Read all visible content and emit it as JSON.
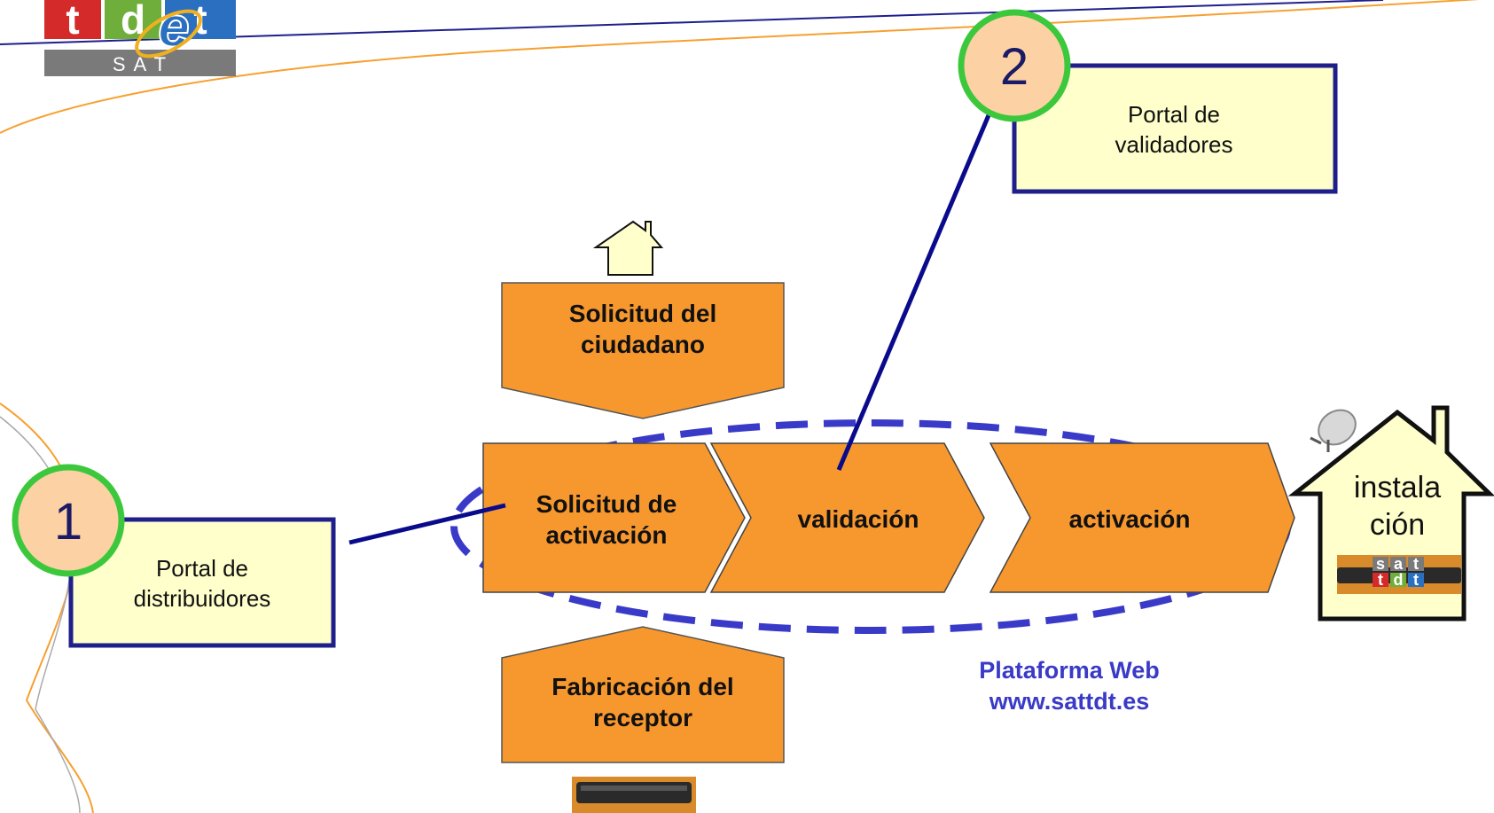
{
  "logo": {
    "letters": [
      "t",
      "d",
      "t"
    ],
    "overlay_letter": "e",
    "subtext": "S A T",
    "colors": {
      "t": "#d42a2a",
      "d": "#6fae3a",
      "t2": "#2a6fc0",
      "bar": "#7a7a7a",
      "e": "#2a6fc0"
    }
  },
  "portals": [
    {
      "number": "1",
      "lines": [
        "Portal de",
        "distribuidores"
      ]
    },
    {
      "number": "2",
      "lines": [
        "Portal de",
        "validadores"
      ]
    }
  ],
  "inputs": {
    "top": {
      "lines": [
        "Solicitud del",
        "ciudadano"
      ]
    },
    "bottom": {
      "lines": [
        "Fabricación del",
        "receptor"
      ]
    }
  },
  "process_steps": [
    {
      "lines": [
        "Solicitud de",
        "activación"
      ]
    },
    {
      "lines": [
        "validación"
      ]
    },
    {
      "lines": [
        "activación"
      ]
    }
  ],
  "platform": {
    "lines": [
      "Plataforma Web",
      "www.sattdt.es"
    ]
  },
  "house": {
    "lines": [
      "instala",
      "ción"
    ],
    "device_letters": [
      "s",
      "a",
      "t",
      "t",
      "d",
      "t"
    ]
  },
  "colors": {
    "orange": "#f7982e",
    "note_fill": "#ffffcc",
    "note_border": "#1f1f8c",
    "circle_fill": "#fcd1a4",
    "circle_border": "#3cc83c",
    "dashed": "#3a3ac8",
    "connector": "#0a0a8c",
    "house_fill": "#ffffcc"
  },
  "icons": [
    "home-icon",
    "satellite-dish-icon",
    "receiver-device-icon"
  ]
}
